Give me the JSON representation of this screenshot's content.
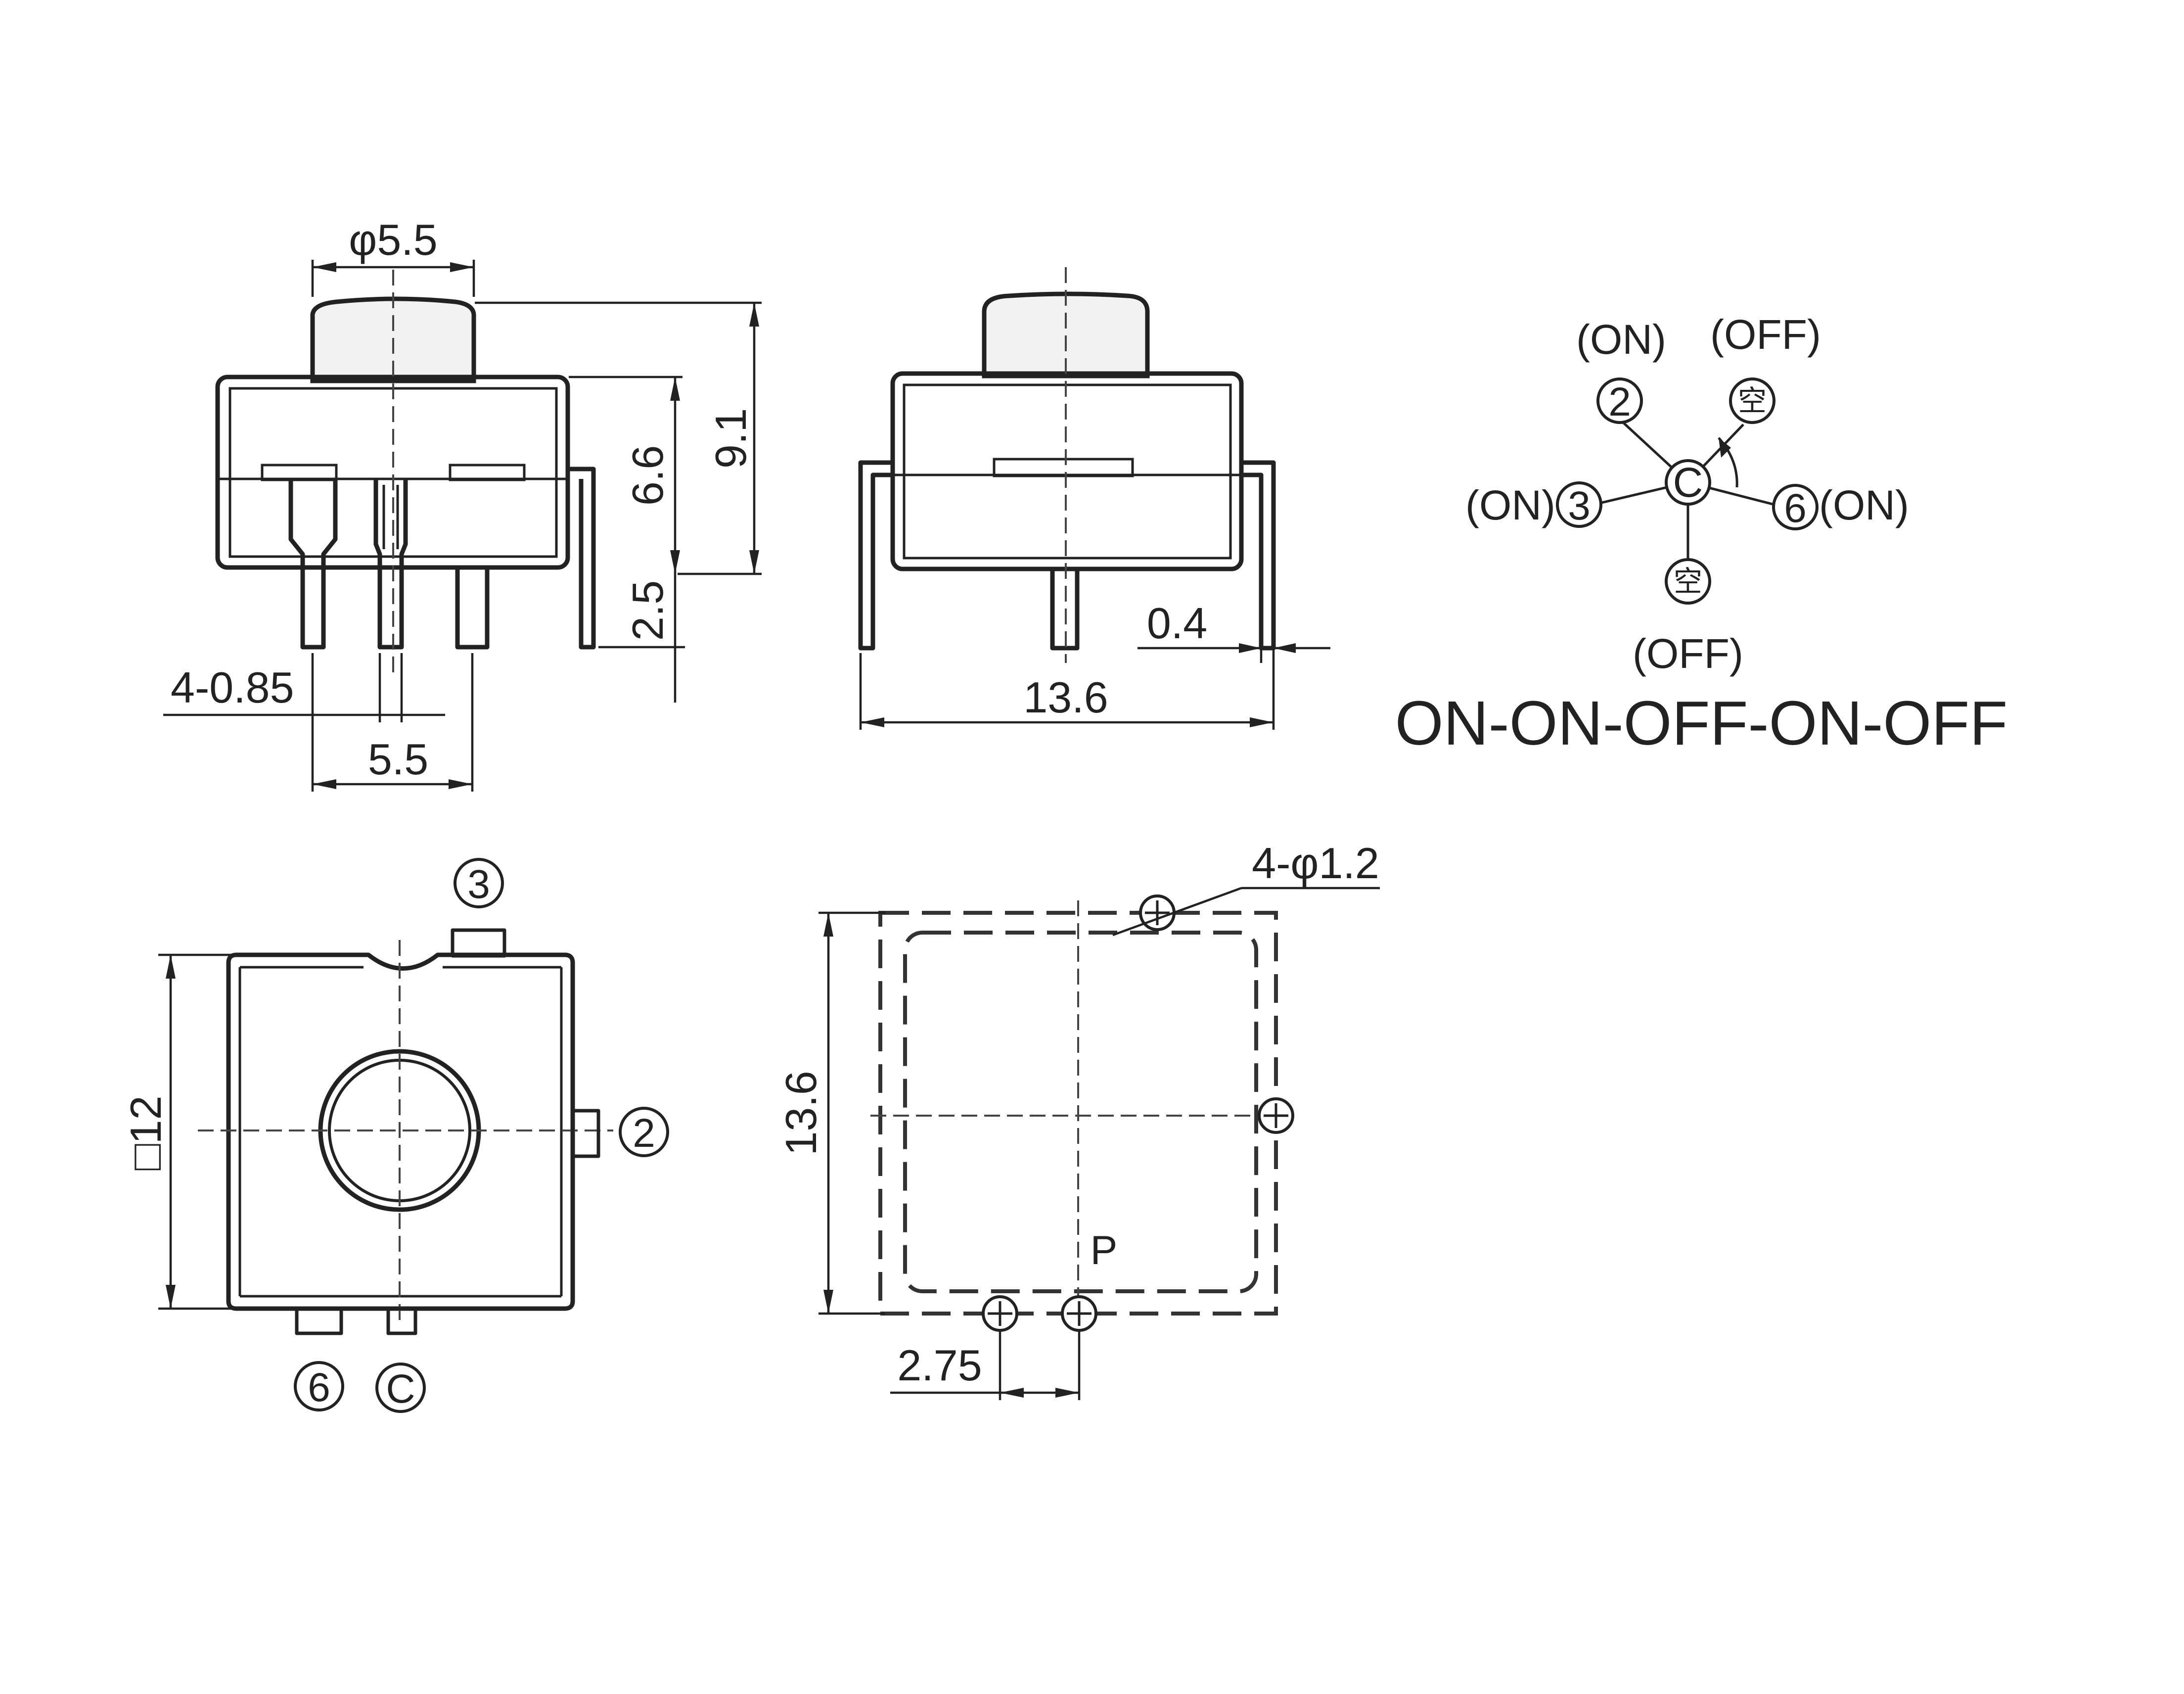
{
  "dimensions": {
    "front": {
      "cap_dia": "φ5.5",
      "height_total": "9.1",
      "height_body": "6.6",
      "pin_length": "2.5",
      "pin_width": "4-0.85",
      "pin_pitch": "5.5"
    },
    "side": {
      "lead_thickness": "0.4",
      "width": "13.6"
    },
    "top": {
      "square": "□12"
    },
    "footprint": {
      "holes": "4-φ1.2",
      "height": "13.6",
      "pitch": "2.75",
      "pin_mark": "P"
    }
  },
  "terminals": {
    "c": "C",
    "t2": "2",
    "t3": "3",
    "t6": "6",
    "empty": "空"
  },
  "schematic": {
    "positions": {
      "top_left": "(ON)",
      "top_right": "(OFF)",
      "left": "(ON)",
      "right": "(ON)",
      "bottom": "(OFF)"
    },
    "sequence": "ON-ON-OFF-ON-OFF"
  }
}
